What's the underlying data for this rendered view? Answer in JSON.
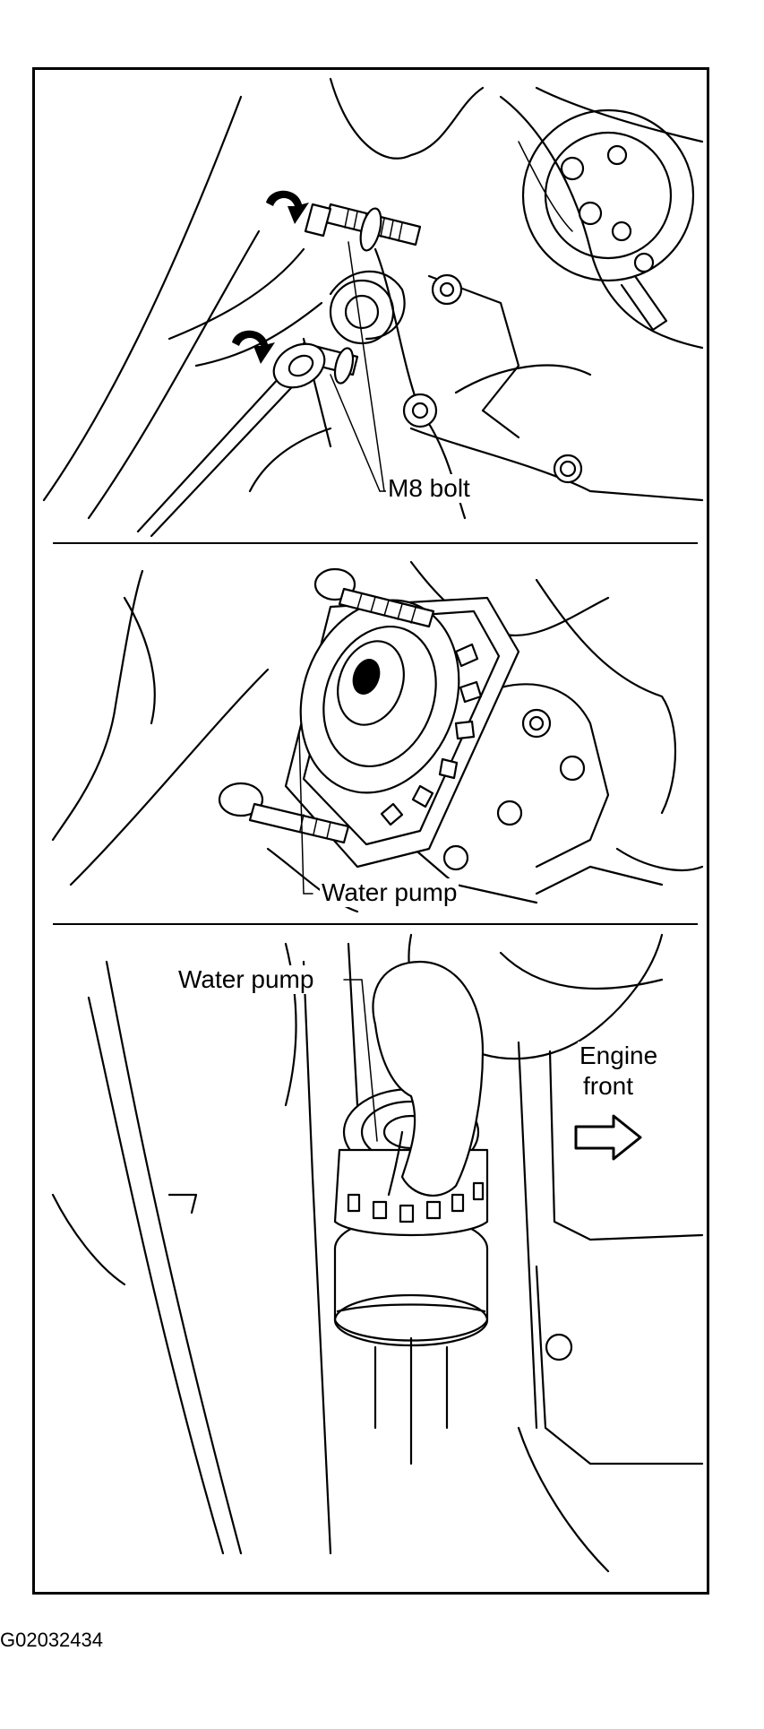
{
  "figure": {
    "code": "G02032434",
    "panels": [
      {
        "label": "M8 bolt"
      },
      {
        "label": "Water pump"
      },
      {
        "label_pump": "Water pump",
        "label_engine_line1": "Engine",
        "label_engine_line2": "front"
      }
    ]
  },
  "colors": {
    "ink": "#000000",
    "paper": "#ffffff"
  },
  "icons": [
    "rotation-arrow-icon",
    "direction-arrow-icon"
  ]
}
